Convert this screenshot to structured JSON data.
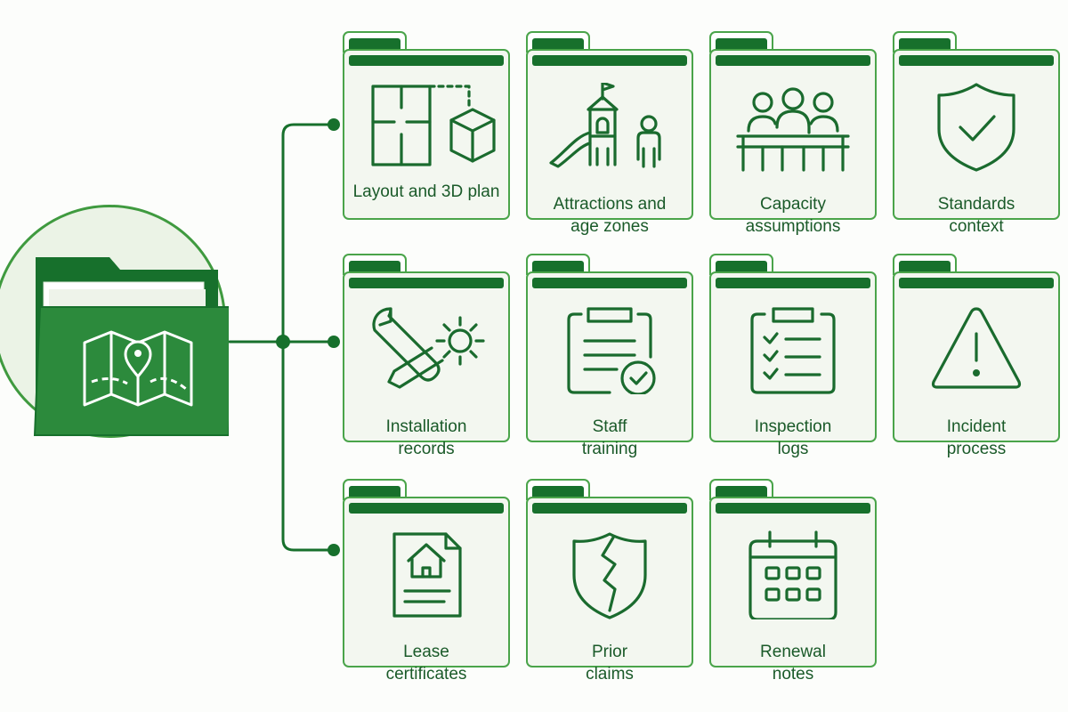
{
  "hub": {
    "icon": "folder-with-map-icon"
  },
  "colors": {
    "dark_green": "#17702c",
    "mid_green": "#3a8a3a",
    "border_green": "#4aa44a",
    "card_fill": "#f3f7f0",
    "text_green": "#1a5a29"
  },
  "cards": [
    {
      "id": "layout",
      "lines": [
        "Layout and 3D plan"
      ],
      "icon": "floor-plan-and-cube-icon"
    },
    {
      "id": "attractions",
      "lines": [
        "Attractions and",
        "age zones"
      ],
      "icon": "playground-and-child-icon"
    },
    {
      "id": "capacity",
      "lines": [
        "Capacity",
        "assumptions"
      ],
      "icon": "group-of-people-icon"
    },
    {
      "id": "standards",
      "lines": [
        "Standards",
        "context"
      ],
      "icon": "shield-check-icon"
    },
    {
      "id": "installation",
      "lines": [
        "Installation",
        "records"
      ],
      "icon": "wrench-and-gear-icon"
    },
    {
      "id": "training",
      "lines": [
        "Staff",
        "training"
      ],
      "icon": "clipboard-check-icon"
    },
    {
      "id": "inspection",
      "lines": [
        "Inspection",
        "logs"
      ],
      "icon": "checklist-clipboard-icon"
    },
    {
      "id": "incident",
      "lines": [
        "Incident",
        "process"
      ],
      "icon": "warning-triangle-icon"
    },
    {
      "id": "lease",
      "lines": [
        "Lease",
        "certificates"
      ],
      "icon": "house-document-icon"
    },
    {
      "id": "claims",
      "lines": [
        "Prior",
        "claims"
      ],
      "icon": "cracked-shield-icon"
    },
    {
      "id": "renewal",
      "lines": [
        "Renewal",
        "notes"
      ],
      "icon": "calendar-icon"
    }
  ]
}
